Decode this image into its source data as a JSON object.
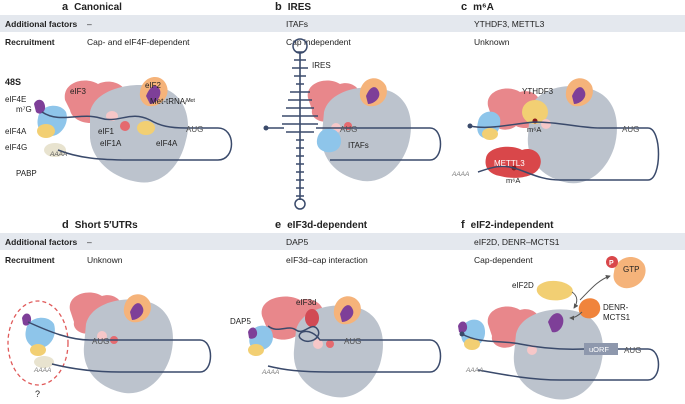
{
  "top": {
    "row_labels": {
      "factors": "Additional factors",
      "recruitment": "Recruitment"
    },
    "panels": [
      {
        "letter": "a",
        "title": "Canonical",
        "factors": "–",
        "recruitment": "Cap- and eIF4F-dependent"
      },
      {
        "letter": "b",
        "title": "IRES",
        "factors": "ITAFs",
        "recruitment": "Cap independent"
      },
      {
        "letter": "c",
        "title": "m⁶A",
        "factors": "YTHDF3, METTL3",
        "recruitment": "Unknown"
      }
    ]
  },
  "bottom": {
    "row_labels": {
      "factors": "Additional factors",
      "recruitment": "Recruitment"
    },
    "panels": [
      {
        "letter": "d",
        "title": "Short 5′UTRs",
        "factors": "–",
        "recruitment": "Unknown"
      },
      {
        "letter": "e",
        "title": "eIF3d-dependent",
        "factors": "DAP5",
        "recruitment": "eIF3d–cap interaction"
      },
      {
        "letter": "f",
        "title": "eIF2-independent",
        "factors": "eIF2D, DENR–MCTS1",
        "recruitment": "Cap-dependent"
      }
    ]
  },
  "diagram_a": {
    "label_48s": "48S",
    "eif3": "eIF3",
    "eif4e": "eIF4E",
    "m7g": "m⁷G",
    "eif4a_left": "eIF4A",
    "eif4g": "eIF4G",
    "pabp": "PABP",
    "polya": "AAAA",
    "eif1": "eIF1",
    "eif1a": "eIF1A",
    "eif2": "eIF2",
    "trna": "Met-tRNAᵢᴹᵉᵗ",
    "eif4a_right": "eIF4A",
    "aug": "AUG"
  },
  "diagram_b": {
    "ires": "IRES",
    "aug": "AUG",
    "itafs": "ITAFs"
  },
  "diagram_c": {
    "ythdf3": "YTHDF3",
    "m6a_top": "m⁶A",
    "mettl3": "METTL3",
    "m6a_bottom": "m⁶A",
    "aug": "AUG",
    "polya": "AAAA"
  },
  "diagram_d": {
    "aug": "AUG",
    "polya": "AAAA",
    "question": "?"
  },
  "diagram_e": {
    "dap5": "DAP5",
    "eif3d": "eIF3d",
    "aug": "AUG",
    "polya": "AAAA"
  },
  "diagram_f": {
    "eif2d": "eIF2D",
    "denr": "DENR-",
    "mcts1": "MCTS1",
    "p": "P",
    "gtp": "GTP",
    "uorf": "uORF",
    "aug": "AUG",
    "polya": "AAAA"
  },
  "colors": {
    "table_bg": "#e4e8ee",
    "ribosome": "#bcc3cd",
    "eif3": "#e8878b",
    "mrna": "#3a4a6b",
    "eif4a": "#f2cf73",
    "eif4g": "#8ec5ea",
    "trna": "#7e3f98",
    "eif2": "#f5b37a",
    "mettl3": "#d9474a",
    "uorf": "#8e98ad"
  }
}
